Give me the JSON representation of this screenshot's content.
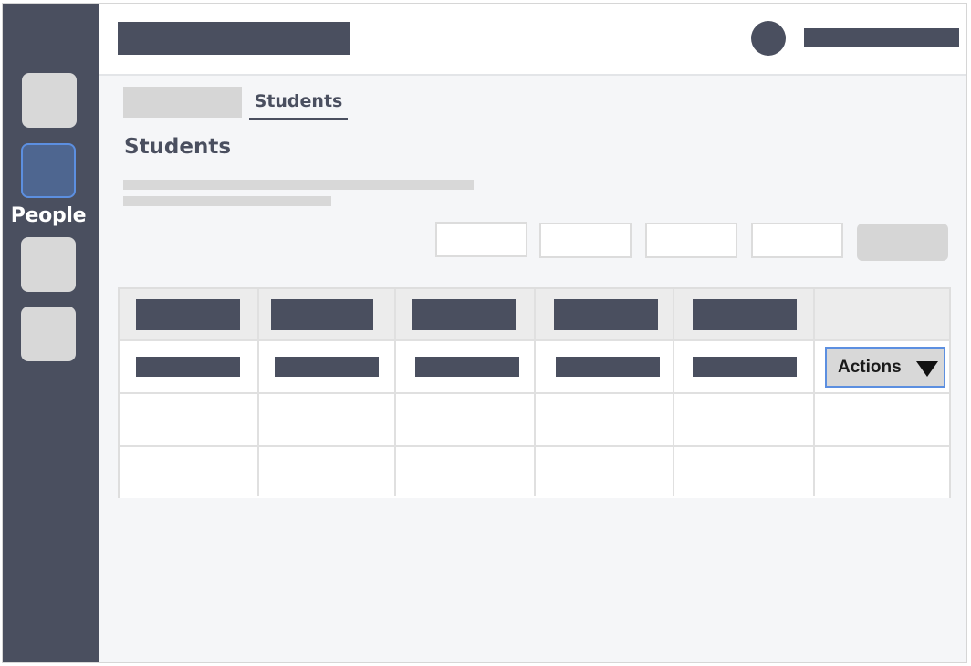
{
  "sidebar": {
    "items": [
      {
        "label": ""
      },
      {
        "label": "People",
        "active": true
      },
      {
        "label": ""
      },
      {
        "label": ""
      }
    ]
  },
  "header": {
    "title": "",
    "user_name": ""
  },
  "tabs": [
    {
      "label": ""
    },
    {
      "label": "Students",
      "active": true
    }
  ],
  "page": {
    "title": "Students"
  },
  "table": {
    "row_actions_label": "Actions"
  },
  "colors": {
    "sidebar": "#4a4f5f",
    "accent_focus": "#5c8fe0",
    "active_nav": "#4e6690",
    "placeholder": "#d8d8d8",
    "background": "#f5f6f8"
  }
}
